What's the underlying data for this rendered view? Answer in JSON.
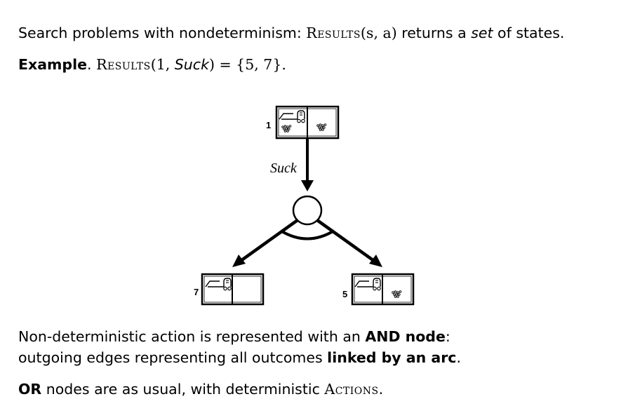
{
  "slide": {
    "line1": {
      "pre": "Search problems with nondeterminism: ",
      "results": "Results",
      "args": "(s, a)",
      "mid": " returns a ",
      "set": "set",
      "post": " of states."
    },
    "line2": {
      "example": "Example",
      "dot": ". ",
      "results": "Results",
      "open": "(1, ",
      "suck": "Suck",
      "close": ") = {5, 7}."
    },
    "line3": {
      "pre": "Non-deterministic action is represented with an ",
      "and_node": "AND node",
      "post": ":"
    },
    "line4": {
      "pre": "outgoing edges representing all outcomes ",
      "linked": "linked by an arc",
      "post": "."
    },
    "line5": {
      "or": "OR",
      "mid": " nodes are as usual, with deterministic ",
      "actions": "Actions",
      "post": "."
    }
  },
  "diagram": {
    "action_label": "Suck",
    "states": [
      {
        "id": "1",
        "label": "1",
        "left_cell": [
          "vacuum-icon",
          "dirt-icon"
        ],
        "right_cell": [
          "dirt-icon"
        ]
      },
      {
        "id": "7",
        "label": "7",
        "left_cell": [
          "vacuum-icon"
        ],
        "right_cell": []
      },
      {
        "id": "5",
        "label": "5",
        "left_cell": [
          "vacuum-icon"
        ],
        "right_cell": [
          "dirt-icon"
        ]
      }
    ],
    "and_node": "and-node-circle"
  }
}
